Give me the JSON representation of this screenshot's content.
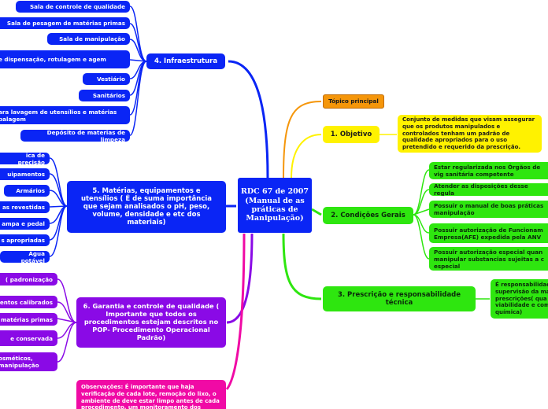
{
  "central": "RDC 67  de 2007 (Manual de as práticas de Manipulação)",
  "topic_principal": "Tópico principal",
  "objetivo": {
    "title": "1. Objetivo",
    "detail": "Conjunto de medidas que visam assegurar que os produtos manipulados e controlados tenham um padrão de qualidade apropriados para o uso pretendido e requerido da prescrição."
  },
  "condicoes": {
    "title": "2. Condições Gerais",
    "items": [
      "Estar regularizada nos Órgãos de vig sanitária competente",
      "Atender as disposições desse regula",
      "Possuir o manual de boas práticas manipulação",
      "Possuir autorização de Funcionam Empresa(AFE) expedida pela ANV",
      "Possuir autorização especial quan manipular substancias sujeitas a c especial"
    ]
  },
  "prescricao": {
    "title": "3. Prescrição e responsabilidade técnica",
    "detail": "É responsabilidad supervisão da ma prescrições( qua viabilidade e com química)"
  },
  "infra": {
    "title": "4. Infraestrutura",
    "items": [
      "Sala de controle de qualidade",
      "Sala de pesagem de matérias primas",
      "Sala de manipulação",
      "e dispensação, rotulagem e agem",
      "Vestiário",
      "Sanitários",
      "ara lavagem de utensílios e matérias balagem",
      "Depósito de materias de limpeza"
    ]
  },
  "materias": {
    "title": "5. Matérias, equipamentos e utensílios ( É de suma importância que sejam analisados o pH, peso, volume, densidade e etc dos materiais)",
    "items": [
      "ica de precisão",
      "uipamentos",
      "Armários",
      "as revestidas",
      "ampa e pedal",
      "s apropriadas",
      "Água potável"
    ]
  },
  "garantia": {
    "title": "6. Garantia e controle de qualidade ( Importante que todos os procedimentos estejam descritos no POP- Procedimento Operacional Padrão)",
    "items": [
      "( padronização",
      "entos calibrados",
      "matérias primas",
      "e conservada",
      "osméticos, manipulação"
    ]
  },
  "observacoes": "Observações: É importante que haja verificação de cada lote, remoção do lixo, o ambiente de deve estar limpo antes de cada procedimento, um monitoramento dos",
  "colors": {
    "blue": "#0a25f5",
    "purple": "#8a0ae6",
    "green": "#2ee60f",
    "yellow": "#fff200",
    "orange": "#f5960a",
    "magenta": "#f00aa5"
  }
}
